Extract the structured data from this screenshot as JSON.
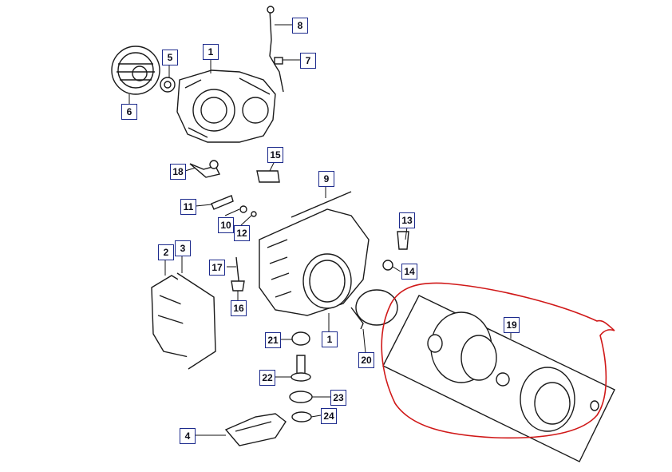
{
  "diagram": {
    "type": "exploded-parts-view",
    "highlight_color": "#d01818",
    "callout_border_color": "#1c2a8c",
    "callouts": [
      {
        "id": "1a",
        "label": "1"
      },
      {
        "id": "5",
        "label": "5"
      },
      {
        "id": "6",
        "label": "6"
      },
      {
        "id": "8",
        "label": "8"
      },
      {
        "id": "7",
        "label": "7"
      },
      {
        "id": "15",
        "label": "15"
      },
      {
        "id": "18",
        "label": "18"
      },
      {
        "id": "9",
        "label": "9"
      },
      {
        "id": "11",
        "label": "11"
      },
      {
        "id": "10",
        "label": "10"
      },
      {
        "id": "12",
        "label": "12"
      },
      {
        "id": "13",
        "label": "13"
      },
      {
        "id": "14",
        "label": "14"
      },
      {
        "id": "2",
        "label": "2"
      },
      {
        "id": "3",
        "label": "3"
      },
      {
        "id": "17",
        "label": "17"
      },
      {
        "id": "16",
        "label": "16"
      },
      {
        "id": "19",
        "label": "19"
      },
      {
        "id": "21",
        "label": "21"
      },
      {
        "id": "1b",
        "label": "1"
      },
      {
        "id": "20",
        "label": "20"
      },
      {
        "id": "22",
        "label": "22"
      },
      {
        "id": "23",
        "label": "23"
      },
      {
        "id": "24",
        "label": "24"
      },
      {
        "id": "4",
        "label": "4"
      }
    ]
  }
}
